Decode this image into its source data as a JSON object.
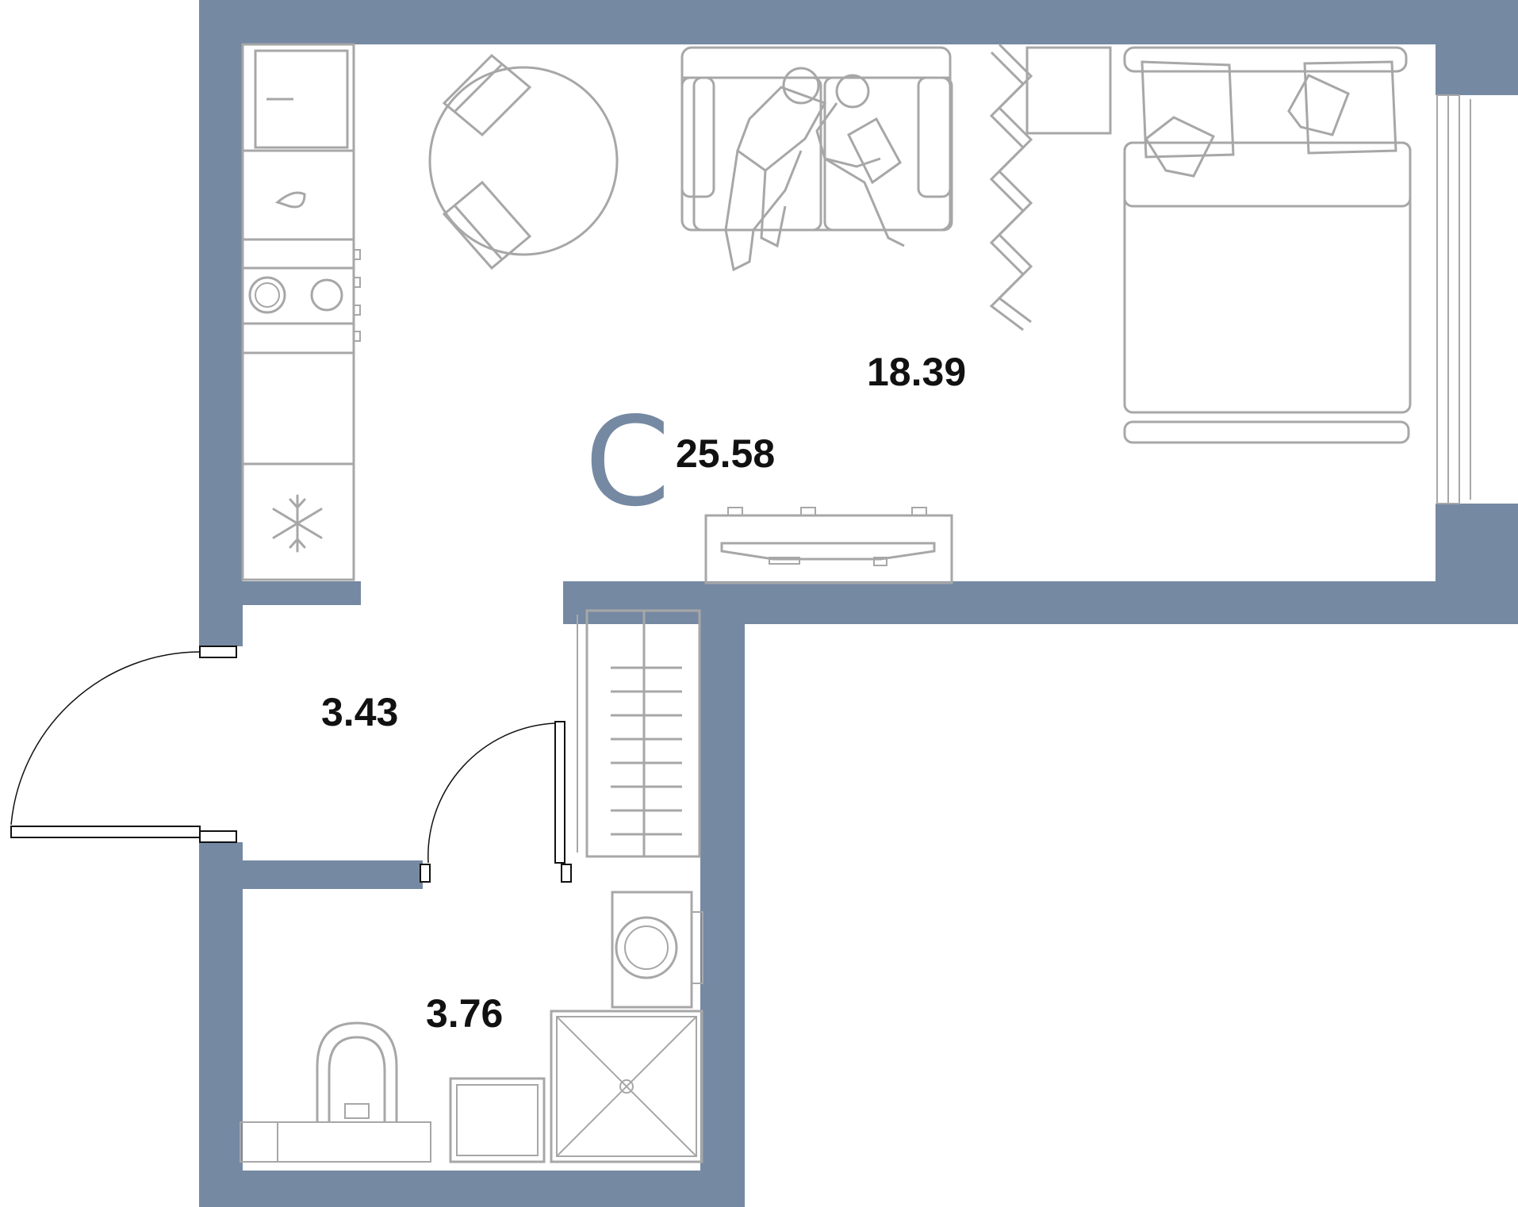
{
  "plan": {
    "apartment_type": "С",
    "total_area": "25.58",
    "rooms": [
      {
        "id": "living",
        "area": "18.39"
      },
      {
        "id": "hallway",
        "area": "3.43"
      },
      {
        "id": "bathroom",
        "area": "3.76"
      }
    ]
  },
  "colors": {
    "wall": "#7689a3",
    "furniture": "#a7a7a7",
    "text": "#111111",
    "background": "#ffffff"
  }
}
